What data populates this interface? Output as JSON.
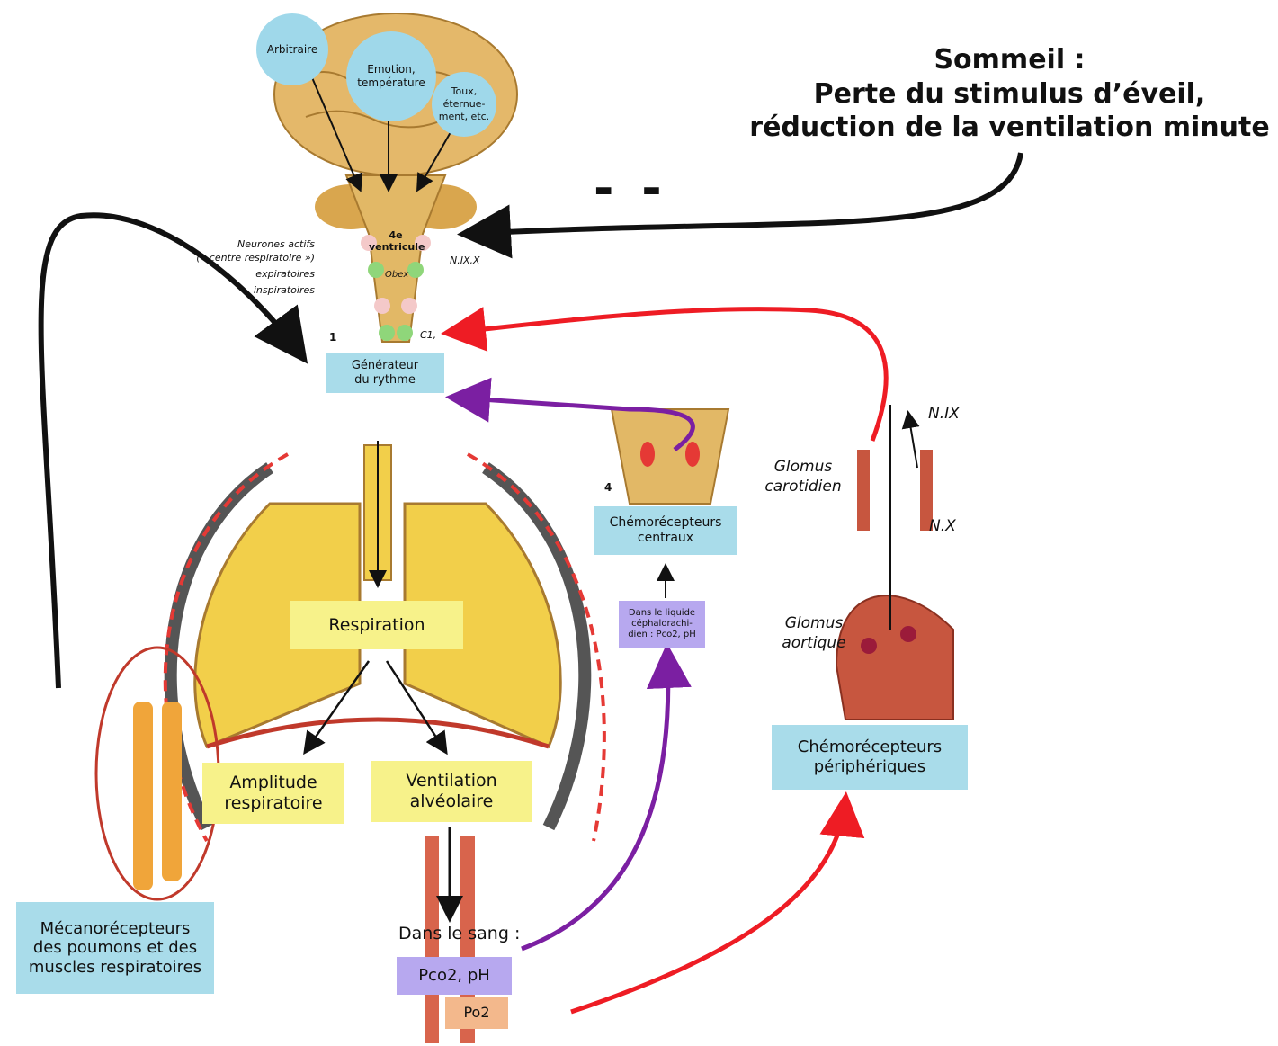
{
  "sleep": {
    "title": "Sommeil :",
    "line1": "Perte du stimulus d’éveil,",
    "line2": "réduction de la ventilation minute",
    "minus": "- -"
  },
  "brain": {
    "arbitraire": "Arbitraire",
    "emotion": "Emotion,\ntempérature",
    "toux": "Toux,\néternue-\nment, etc."
  },
  "brainstem": {
    "neurones": "Neurones actifs\n(« centre respiratoire »)",
    "expiratoires": "expiratoires",
    "inspiratoires": "inspiratoires",
    "ventricule": "4e\nventricule",
    "obex": "Obex",
    "nerves": "N.IX,X",
    "c1": "C1,",
    "num1": "1"
  },
  "boxes": {
    "generateur": "Générateur\ndu rythme",
    "respiration": "Respiration",
    "amplitude": "Amplitude\nrespiratoire",
    "ventilation": "Ventilation\nalvéolaire",
    "chemo_central": "Chémorécepteurs\ncentraux",
    "lcr": "Dans le liquide\ncéphalorachi-\ndien : Pco2, pH",
    "chemo_periph": "Chémorécepteurs\npériphériques",
    "mecano": "Mécanorécepteurs\ndes poumons et des\nmuscles respiratoires",
    "pco2": "Pco2, pH",
    "po2": "Po2",
    "sang": "Dans le sang :",
    "num4": "4"
  },
  "periph": {
    "nix": "N.IX",
    "nx": "N.X",
    "glomus_carotidien": "Glomus\ncarotidien",
    "glomus_aortique": "Glomus\naortique"
  },
  "colors": {
    "arrow_black": "#111111",
    "arrow_red": "#ee1c24",
    "arrow_purple": "#7b1fa2",
    "lung": "#f2cf4a",
    "brain": "#e4b86a",
    "artery": "#c7563f"
  }
}
